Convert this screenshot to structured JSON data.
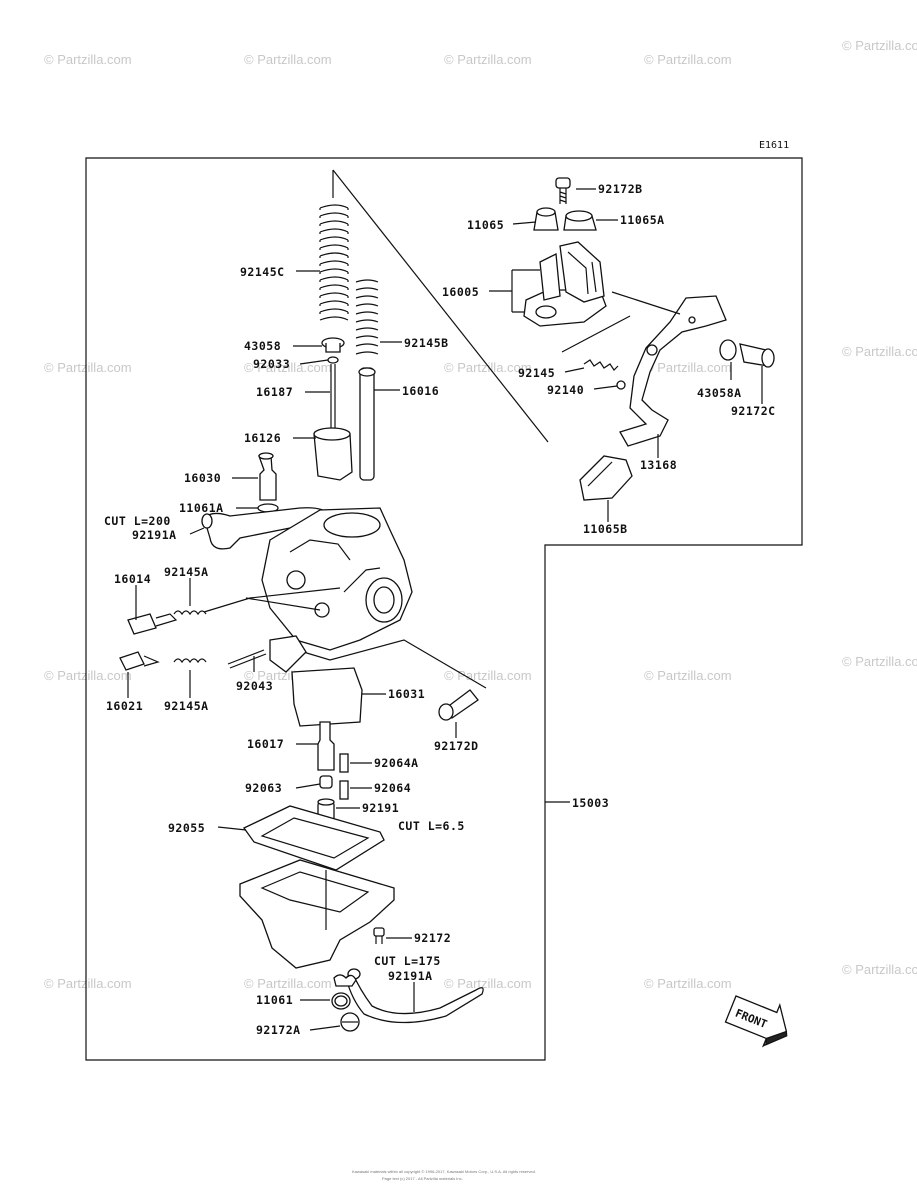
{
  "figure_code": "E1611",
  "watermark": "© Partzilla.com",
  "footer_lines": [
    "Kawasaki materials within all copyright © 1996-2017, Kawasaki Motors Corp., U.S.A. All rights reserved.",
    "Page text (c) 2017 - All Partzilla materials Inc."
  ],
  "front_label": "FRONT",
  "parts": {
    "p92172B": "92172B",
    "p11065": "11065",
    "p11065A": "11065A",
    "p16005": "16005",
    "p92145": "92145",
    "p92140": "92140",
    "p43058A": "43058A",
    "p92172C": "92172C",
    "p13168": "13168",
    "p11065B": "11065B",
    "p92145C": "92145C",
    "p43058": "43058",
    "p92033": "92033",
    "p92145B": "92145B",
    "p16187": "16187",
    "p16016": "16016",
    "p16126": "16126",
    "p16030": "16030",
    "p11061A": "11061A",
    "cut200": "CUT L=200",
    "p92191A_top": "92191A",
    "p16014": "16014",
    "p92145A_a": "92145A",
    "p16021": "16021",
    "p92145A_b": "92145A",
    "p92043": "92043",
    "p16031": "16031",
    "p92172D": "92172D",
    "p16017": "16017",
    "p92064A": "92064A",
    "p92063": "92063",
    "p92064": "92064",
    "p92191": "92191",
    "p92055": "92055",
    "cut65": "CUT L=6.5",
    "p15003": "15003",
    "p92172": "92172",
    "cut175": "CUT L=175",
    "p92191A_bot": "92191A",
    "p11061": "11061",
    "p92172A": "92172A"
  }
}
